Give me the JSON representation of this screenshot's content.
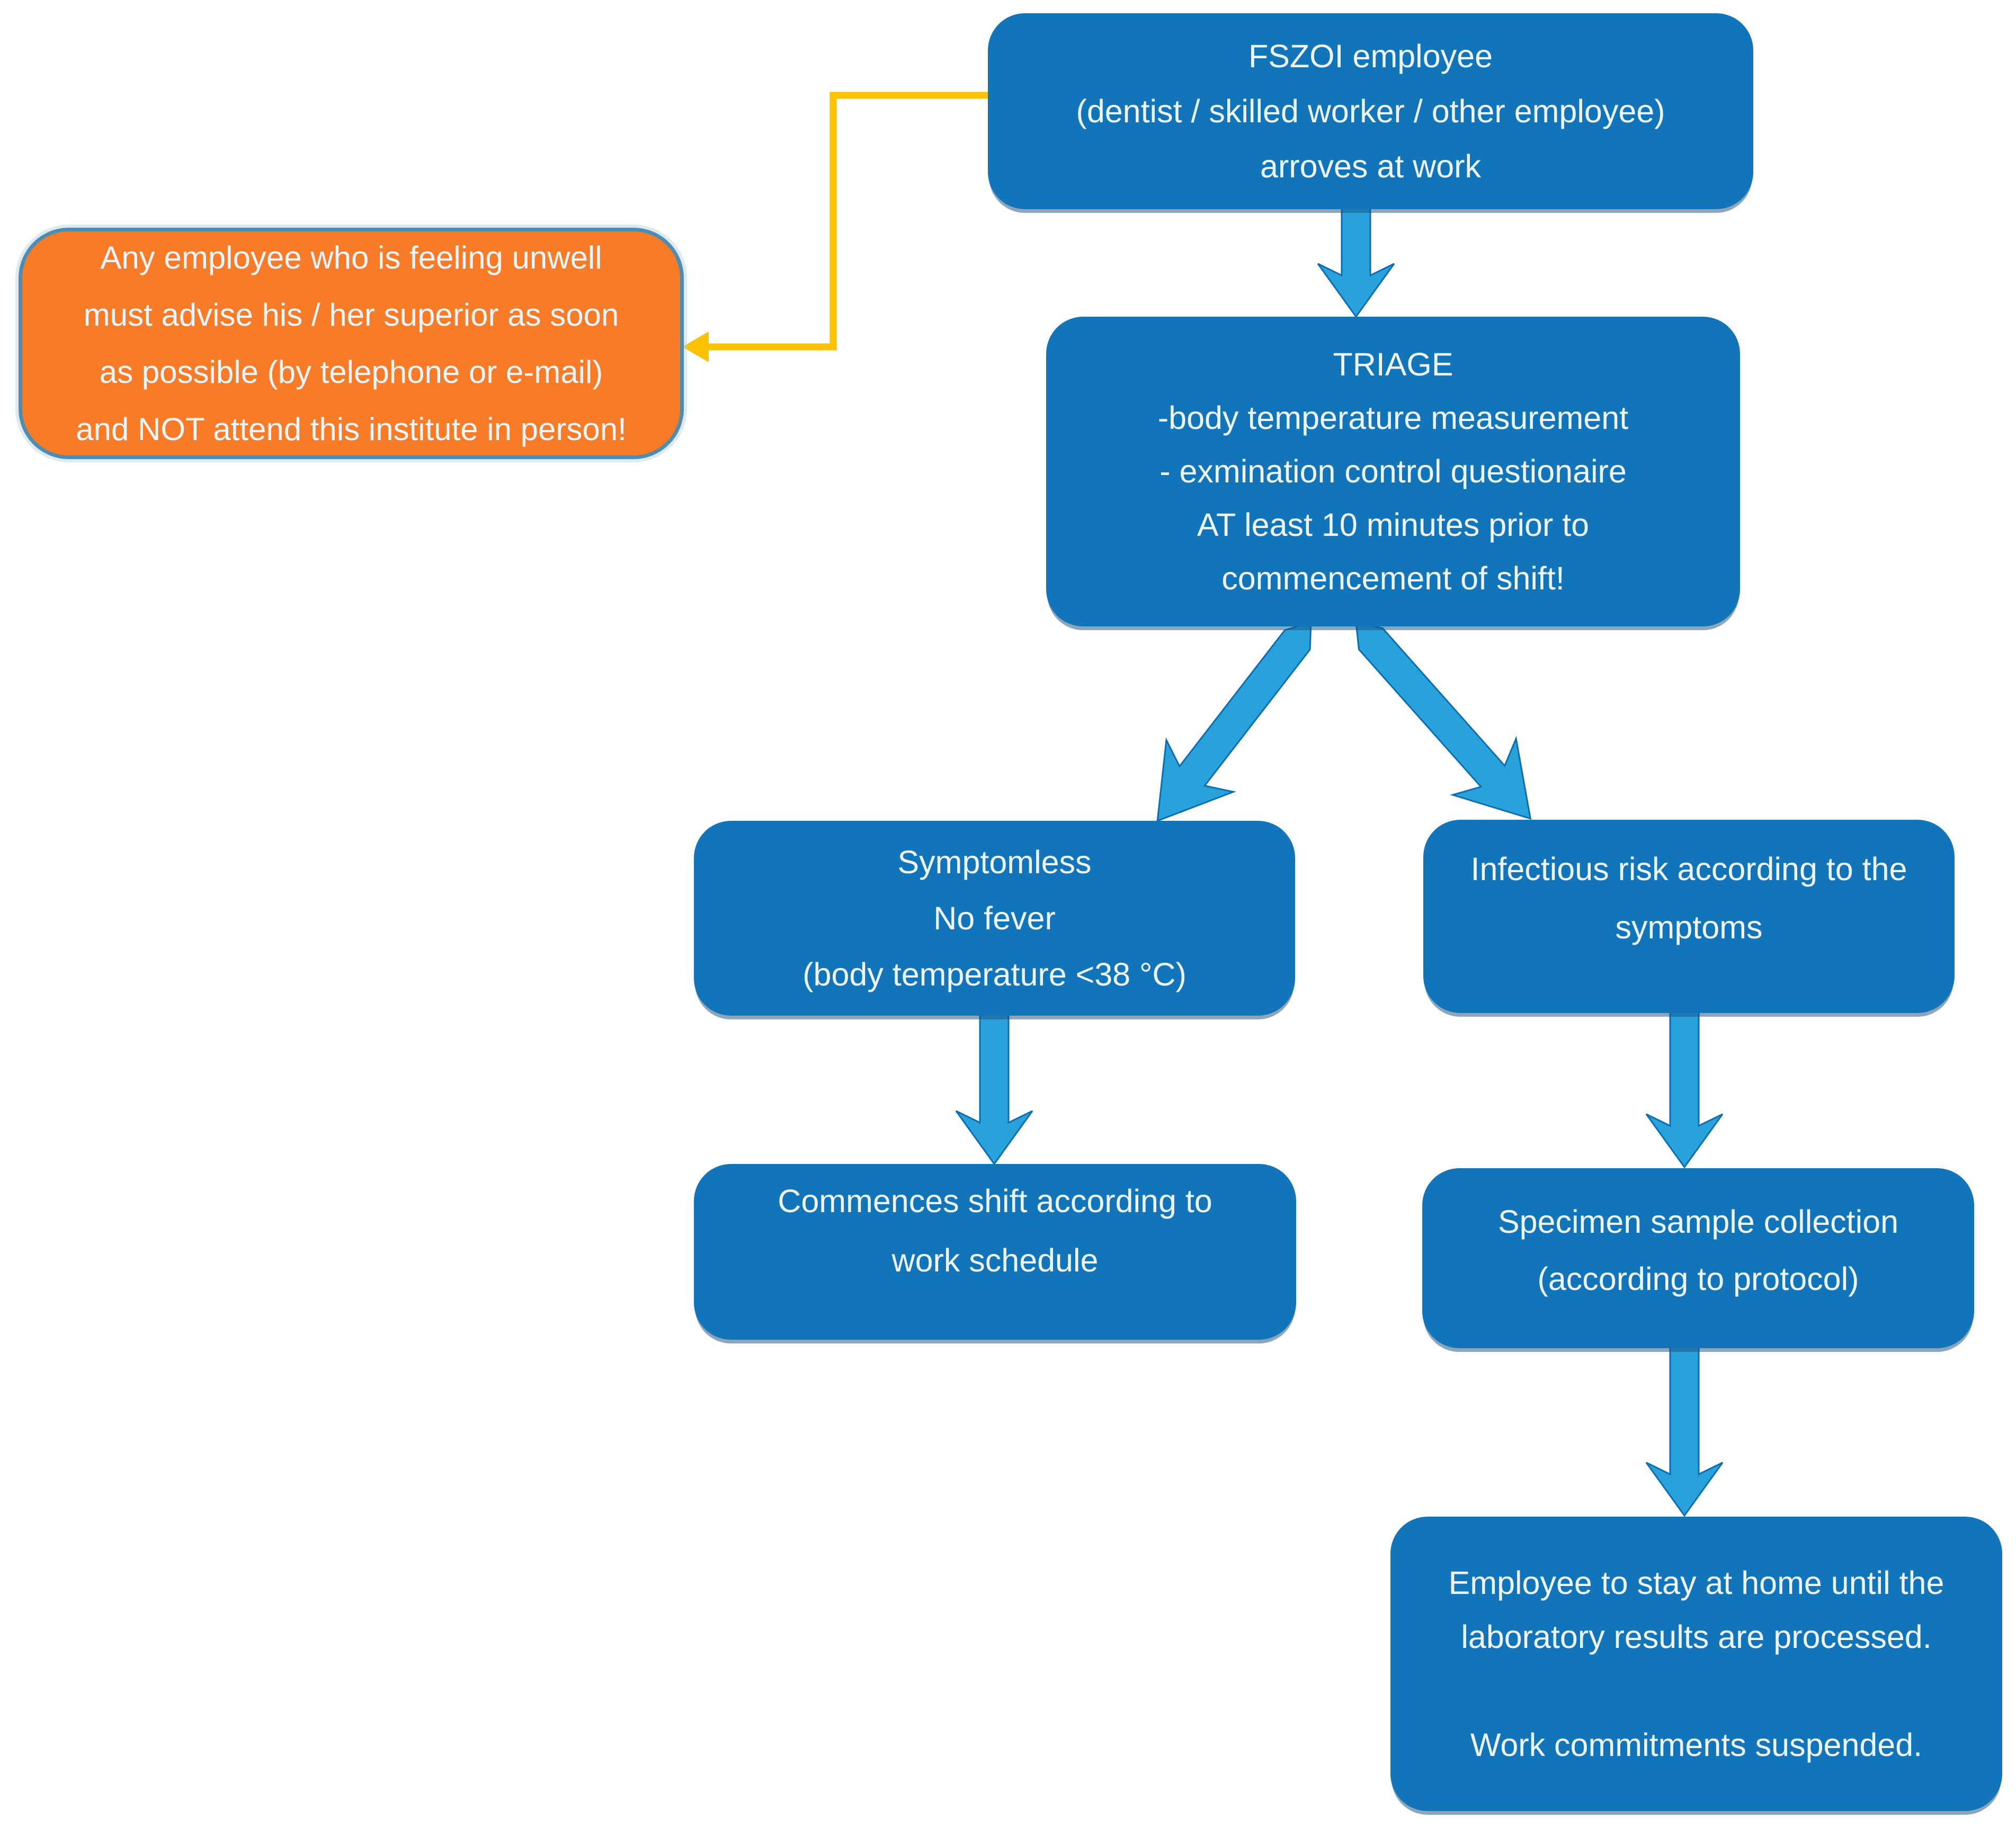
{
  "diagram": {
    "type": "flowchart",
    "colors": {
      "page_background": "#ffffff",
      "node_fill": "#1274b9",
      "node_text": "#eef6fc",
      "node_shadow": "rgba(30,77,122,0.5)",
      "arrow_fill": "#29a2dc",
      "arrow_stroke": "#0d6dae",
      "warning_fill": "#f87c28",
      "warning_border": "#4e8cb0",
      "connector_color": "#fdc100"
    },
    "nodes": {
      "start": {
        "lines": [
          "FSZOI employee",
          "(dentist / skilled worker / other employee)",
          "arroves at work"
        ]
      },
      "warning": {
        "lines": [
          "Any employee who is feeling unwell",
          "must advise his / her superior as soon",
          "as possible (by telephone or e-mail)",
          "and NOT attend this institute in person!"
        ]
      },
      "triage": {
        "lines": [
          "TRIAGE",
          "-body temperature measurement",
          "- exmination control questionaire",
          "AT least 10 minutes prior to",
          "commencement of shift!"
        ]
      },
      "symptomless": {
        "lines": [
          "Symptomless",
          "No fever",
          "(body temperature <38 °C)"
        ]
      },
      "infectious": {
        "lines": [
          "Infectious risk according to the",
          "symptoms"
        ]
      },
      "commences": {
        "lines": [
          "Commences shift according to",
          "work schedule"
        ]
      },
      "specimen": {
        "lines": [
          "Specimen sample collection",
          "(according to protocol)"
        ]
      },
      "stay_home": {
        "lines": [
          "Employee to stay at home until the",
          "laboratory results are processed.",
          "",
          "Work commitments suspended."
        ]
      }
    },
    "edges": [
      {
        "from": "start",
        "to": "triage",
        "style": "block-arrow"
      },
      {
        "from": "start",
        "to": "warning",
        "style": "elbow-line-arrow",
        "color": "yellow"
      },
      {
        "from": "triage",
        "to": "symptomless",
        "style": "block-arrow"
      },
      {
        "from": "triage",
        "to": "infectious",
        "style": "block-arrow"
      },
      {
        "from": "symptomless",
        "to": "commences",
        "style": "block-arrow"
      },
      {
        "from": "infectious",
        "to": "specimen",
        "style": "block-arrow"
      },
      {
        "from": "specimen",
        "to": "stay_home",
        "style": "block-arrow"
      }
    ]
  }
}
